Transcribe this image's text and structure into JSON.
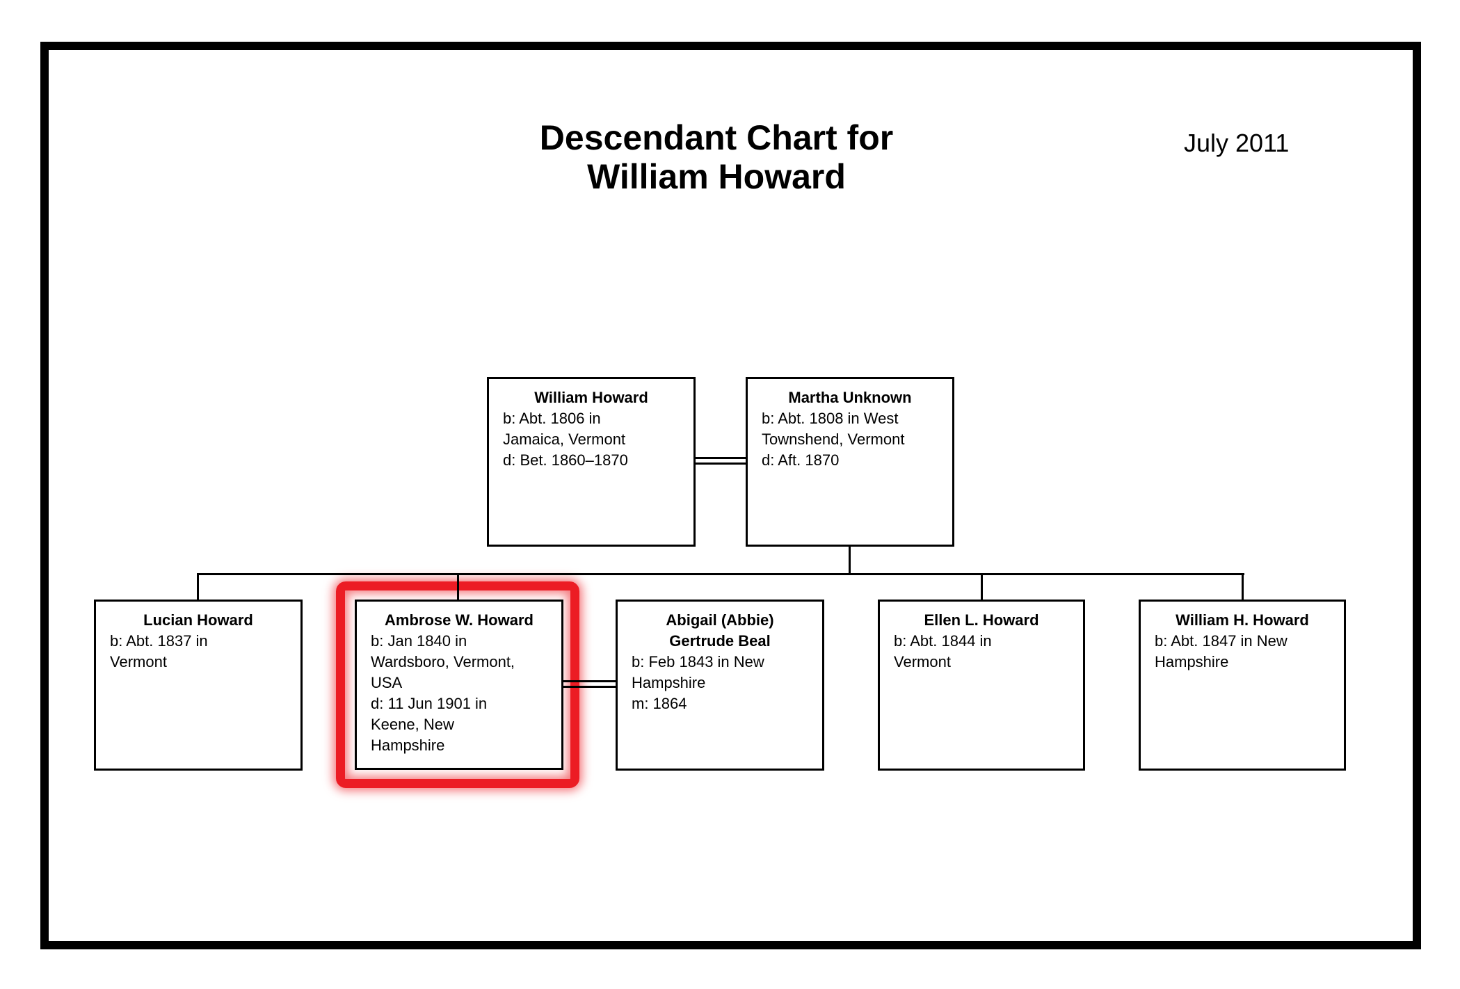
{
  "header": {
    "title_line1": "Descendant Chart for",
    "title_line2": "William Howard",
    "date": "July 2011"
  },
  "colors": {
    "highlight_red": "#EC1C24",
    "line_black": "#000000",
    "background": "#FFFFFF"
  },
  "highlighted_person": "Ambrose W. Howard",
  "marriages": [
    {
      "between": [
        "William Howard",
        "Martha Unknown"
      ]
    },
    {
      "between": [
        "Ambrose W. Howard",
        "Abigail (Abbie) Gertrude Beal"
      ]
    }
  ],
  "people": [
    {
      "name": "William Howard",
      "role": "father",
      "highlighted": false,
      "details": [
        "b: Abt. 1806 in Jamaica, Vermont",
        "d: Bet. 1860–1870"
      ]
    },
    {
      "name": "Martha Unknown",
      "role": "mother",
      "highlighted": false,
      "details": [
        "b: Abt. 1808 in West Townshend, Vermont",
        "d: Aft. 1870"
      ]
    },
    {
      "name": "Lucian Howard",
      "role": "child",
      "highlighted": false,
      "details": [
        "b: Abt. 1837 in Vermont"
      ]
    },
    {
      "name": "Ambrose W. Howard",
      "role": "child",
      "highlighted": true,
      "details": [
        "b: Jan 1840 in Wardsboro, Vermont, USA",
        "d: 11 Jun 1901 in Keene, New Hampshire"
      ]
    },
    {
      "name": "Abigail (Abbie) Gertrude Beal",
      "role": "spouse of Ambrose W. Howard",
      "highlighted": false,
      "details": [
        "b: Feb 1843 in New Hampshire",
        "m: 1864"
      ]
    },
    {
      "name": "Ellen L. Howard",
      "role": "child",
      "highlighted": false,
      "details": [
        "b: Abt. 1844 in Vermont"
      ]
    },
    {
      "name": "William H. Howard",
      "role": "child",
      "highlighted": false,
      "details": [
        "b: Abt. 1847 in New Hampshire"
      ]
    }
  ]
}
